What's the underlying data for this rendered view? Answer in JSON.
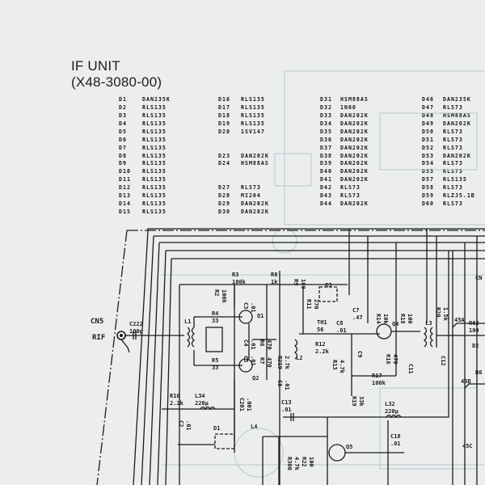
{
  "header": {
    "title": "IF UNIT",
    "subtitle": "(X48-3080-00)"
  },
  "parts_list": {
    "columns": [
      [
        [
          "D1",
          "DAN235K"
        ],
        [
          "D2",
          "RLS135"
        ],
        [
          "D3",
          "RLS135"
        ],
        [
          "D4",
          "RLS135"
        ],
        [
          "D5",
          "RLS135"
        ],
        [
          "D6",
          "RLS135"
        ],
        [
          "D7",
          "RLS135"
        ],
        [
          "D8",
          "RLS135"
        ],
        [
          "D9",
          "RLS135"
        ],
        [
          "D10",
          "RLS135"
        ],
        [
          "D11",
          "RLS135"
        ],
        [
          "D12",
          "RLS135"
        ],
        [
          "D13",
          "RLS135"
        ],
        [
          "D14",
          "RLS135"
        ],
        [
          "D15",
          "RLS135"
        ]
      ],
      [
        [
          "D16",
          "RLS135"
        ],
        [
          "D17",
          "RLS135"
        ],
        [
          "D18",
          "RLS135"
        ],
        [
          "D19",
          "RLS135"
        ],
        [
          "D20",
          "1SV147"
        ],
        null,
        null,
        [
          "D23",
          "DAN202K"
        ],
        [
          "D24",
          "HSM88AS"
        ],
        null,
        null,
        [
          "D27",
          "RLS73"
        ],
        [
          "D28",
          "MI204"
        ],
        [
          "D29",
          "DAN202K"
        ],
        [
          "D30",
          "DAN202K"
        ]
      ],
      [
        [
          "D31",
          "HSM88AS"
        ],
        [
          "D32",
          "1N60"
        ],
        [
          "D33",
          "DAN202K"
        ],
        [
          "D34",
          "DAN202K"
        ],
        [
          "D35",
          "DAN202K"
        ],
        [
          "D36",
          "DAN202K"
        ],
        [
          "D37",
          "DAN202K"
        ],
        [
          "D38",
          "DAN202K"
        ],
        [
          "D39",
          "DAN202K"
        ],
        [
          "D40",
          "DAN202K"
        ],
        [
          "D41",
          "DAN202K"
        ],
        [
          "D42",
          "RLS73"
        ],
        [
          "D43",
          "RLS73"
        ],
        [
          "D44",
          "DAN202K"
        ]
      ],
      [
        [
          "D46",
          "DAN235K"
        ],
        [
          "D47",
          "RLS73"
        ],
        [
          "D48",
          "HSM88AS"
        ],
        [
          "D49",
          "DAN202K"
        ],
        [
          "D50",
          "RLS73"
        ],
        [
          "D51",
          "RLS73"
        ],
        [
          "D52",
          "RLS73"
        ],
        [
          "D53",
          "DAN202K"
        ],
        [
          "D54",
          "RLS73"
        ],
        [
          "D55",
          "RLS73"
        ],
        [
          "D57",
          "RLS135"
        ],
        [
          "D58",
          "RLS73"
        ],
        [
          "D59",
          "RLZJ5.1B"
        ],
        [
          "D60",
          "RLS73"
        ]
      ]
    ]
  },
  "schematic": {
    "connectors": {
      "cn5": "CN5",
      "rif": "RIF",
      "cn_right": "CN"
    },
    "labels": {
      "c222": [
        "C222",
        "100p"
      ],
      "r3": [
        "R3",
        "100k"
      ],
      "r8": [
        "R8",
        "1k"
      ],
      "r2": [
        "R2",
        "100k"
      ],
      "c3": [
        "C3",
        ".01"
      ],
      "r4": [
        "R4",
        "33"
      ],
      "q1": "Q1",
      "l1": "L1",
      "r5": [
        "R5",
        "33"
      ],
      "q2": "Q2",
      "r6": [
        "R6",
        "470"
      ],
      "r7": [
        "R7",
        "470"
      ],
      "r219": [
        "R219",
        "2.7k"
      ],
      "c4": [
        "C4",
        ".01"
      ],
      "c5": [
        "C5",
        ".01"
      ],
      "r10": [
        "R10",
        "2.2k"
      ],
      "l34": [
        "L34",
        "220µ"
      ],
      "c2": [
        "C2",
        ".01"
      ],
      "c201": [
        "C201",
        ".001"
      ],
      "d1": "D1",
      "l4": "L4",
      "c6": [
        "C6",
        ".01"
      ],
      "r9": [
        "R9",
        "100"
      ],
      "q3": "Q3",
      "r11": [
        "R11",
        "270"
      ],
      "l2": "L2",
      "th1": [
        "TH1",
        "56"
      ],
      "c8": [
        "C8",
        ".01"
      ],
      "c7": [
        "C7",
        ".47"
      ],
      "r12": [
        "R12",
        "2.2k"
      ],
      "r13": [
        "R13",
        "4.7k"
      ],
      "q4": "Q4",
      "r14": [
        "R14",
        "10k"
      ],
      "r18": [
        "R18",
        "100"
      ],
      "r16": [
        "R16",
        "470"
      ],
      "c9": "C9",
      "r17": [
        "R17",
        "100k"
      ],
      "r19": [
        "R19",
        "33k"
      ],
      "l3": "L3",
      "r20": [
        "R20",
        "1.5k"
      ],
      "c11": "C11",
      "c12": "C12",
      "r62": [
        "R62",
        "100"
      ],
      "d2": "D2",
      "n45a": "45A",
      "n45b": "45B",
      "n45c": "45C",
      "r6x": "R6",
      "c13": [
        "C13",
        ".01"
      ],
      "l32": [
        "L32",
        "220µ"
      ],
      "c18": [
        "C18",
        ".01"
      ],
      "q5": "Q5",
      "r300": [
        "R300",
        "4.7k"
      ],
      "r22": [
        "R22",
        "100"
      ]
    }
  }
}
